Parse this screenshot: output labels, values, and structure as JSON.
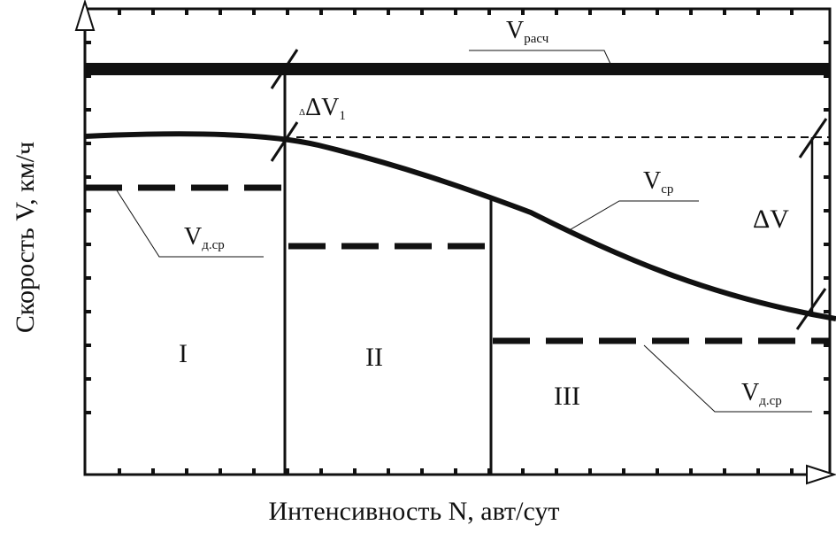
{
  "axes": {
    "y_label": "Скорость V, км/ч",
    "x_label": "Интенсивность N, авт/сут"
  },
  "zones": [
    "I",
    "II",
    "III"
  ],
  "labels": {
    "v_design": {
      "main": "V",
      "sub": "расч"
    },
    "v_mean": {
      "main": "V",
      "sub": "ср"
    },
    "v_allowed_1": {
      "main": "V",
      "sub": "д.ср"
    },
    "v_allowed_3": {
      "main": "V",
      "sub": "д.ср"
    },
    "delta_v1": {
      "prefix": "Δ",
      "main": "ΔV",
      "sub": "1"
    },
    "delta_v": "ΔV"
  },
  "colors": {
    "ink": "#111111",
    "background": "#ffffff"
  }
}
